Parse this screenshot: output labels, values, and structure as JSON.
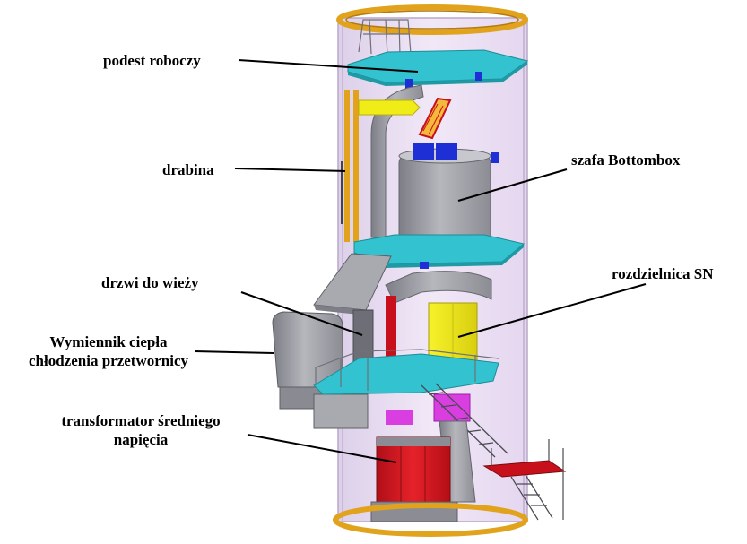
{
  "labels": {
    "work_platform": "podest roboczy",
    "ladder": "drabina",
    "bottombox_cabinet": "szafa Bottombox",
    "tower_door": "drzwi do wieży",
    "mv_switchgear": "rozdzielnica SN",
    "heat_exchanger_line1": "Wymiennik ciepła",
    "heat_exchanger_line2": "chłodzenia przetwornicy",
    "transformer_line1": "transformator średniego",
    "transformer_line2": "napięcia"
  },
  "colors": {
    "tower_fill": "#e9dcf2",
    "ring": "#e1a21c",
    "platform": "#33c2cf",
    "cabinet_gray": "#a9aab0",
    "switchgear": "#f0ec18",
    "transformer": "#d9141d",
    "magenta": "#d93fe0",
    "blue": "#1f2fd6",
    "stair_red": "#c8101c"
  }
}
